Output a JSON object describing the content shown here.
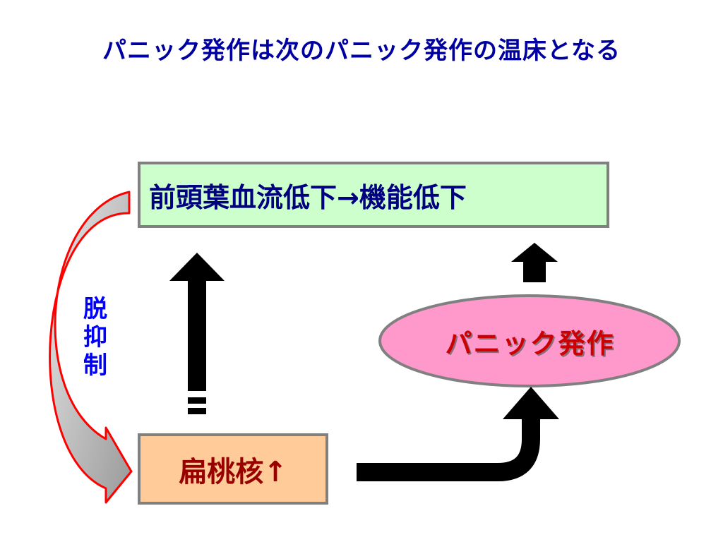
{
  "title": "パニック発作は次のパニック発作の温床となる",
  "nodes": {
    "frontal_lobe": "前頭葉血流低下→機能低下",
    "amygdala": "扁桃核↑",
    "panic_attack": "パニック発作"
  },
  "side_label": {
    "chars": [
      "脱",
      "抑",
      "制"
    ]
  },
  "colors": {
    "title": "#0000a0",
    "frontal_box_fill": "#ccffcc",
    "amygdala_box_fill": "#ffcc99",
    "ellipse_fill": "#ff99cc",
    "box_border": "#808080",
    "side_label": "#0000ff",
    "curved_arrow_outline": "#ff0000"
  }
}
